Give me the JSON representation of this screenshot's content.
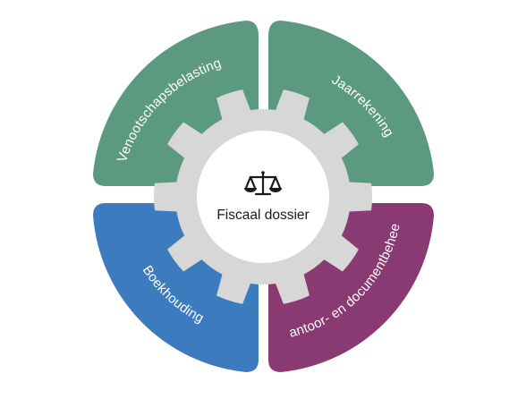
{
  "center": {
    "title": "Fiscaal dossier",
    "icon": "scales-of-justice-icon"
  },
  "segments": [
    {
      "id": "vennootschapsbelasting",
      "label": "Venootschapsbelasting",
      "color": "#5b9a80"
    },
    {
      "id": "jaarrekening",
      "label": "Jaarrekening",
      "color": "#5b9a80"
    },
    {
      "id": "boekhouding",
      "label": "Boekhouding",
      "color": "#3c7bbd"
    },
    {
      "id": "kantoor-documentbeheer",
      "label": "Kantoor- en documentbeheer",
      "color": "#8a3a72"
    }
  ],
  "colors": {
    "gear": "#d7d7d7",
    "center_fill": "#ffffff",
    "center_text": "#1a1a1a"
  }
}
